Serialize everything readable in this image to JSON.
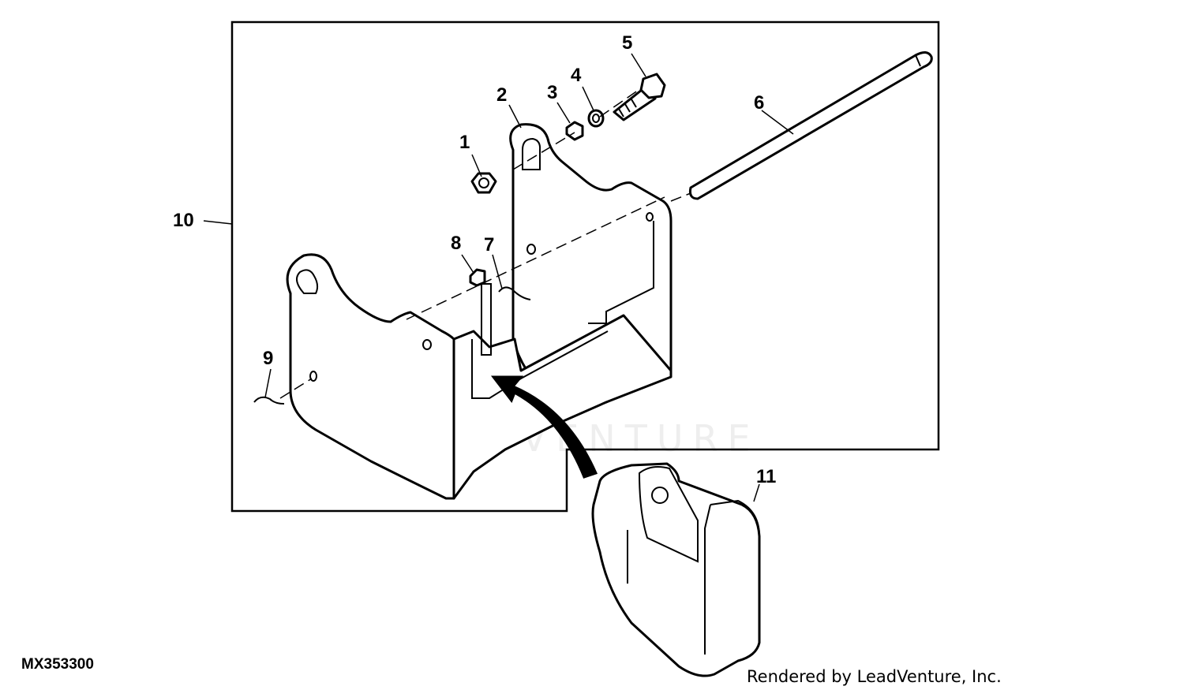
{
  "callouts": {
    "c1": "1",
    "c2": "2",
    "c3": "3",
    "c4": "4",
    "c5": "5",
    "c6": "6",
    "c7": "7",
    "c8": "8",
    "c9": "9",
    "c10": "10",
    "c11": "11"
  },
  "figure_code": "MX353300",
  "credit": "Rendered by LeadVenture, Inc.",
  "watermark": "LEADVENTURE"
}
